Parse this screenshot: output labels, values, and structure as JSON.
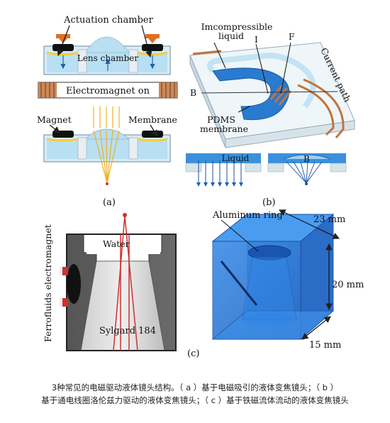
{
  "panel_a": {
    "actuation_chamber": "Actuation chamber",
    "lens_chamber": "Lens chamber",
    "electromagnet_on": "Electromagnet on",
    "magnet": "Magnet",
    "membrane": "Membrane",
    "tag": "(a)"
  },
  "panel_b": {
    "incompressible_liquid": "Imcompressible liquid",
    "label_I": "I",
    "label_F": "F",
    "current_path": "Current path",
    "label_B": "B",
    "pdms_membrane": "PDMS membrane",
    "liquid": "Liquid",
    "label_B_small": "B",
    "tag": "(b)"
  },
  "panel_c": {
    "ferrofluids_electromagnet": "Ferrofluids electromagnet",
    "water": "Water",
    "sylgard": "Sylgard 184",
    "aluminum_ring": "Aluminum ring",
    "dim_23": "23 mm",
    "dim_20": "20 mm",
    "dim_15": "15 mm",
    "tag": "(c)"
  },
  "caption": {
    "line1": "3种常见的电磁驱动液体镜头结构。（ a ）基于电磁吸引的液体变焦镜头；（ b ）",
    "line2": "基于通电线圈洛伦兹力驱动的液体变焦镜头；（ c ）基于铁磁流体流动的液体变焦镜头"
  },
  "colors": {
    "liquid_blue": "#b9dff2",
    "water_blue": "#1e6fd0",
    "magnet_black": "#111111",
    "membrane_yellow": "#f3cf3a",
    "coil_copper": "#c2743c",
    "laser_red": "#d03030",
    "arrow_orange": "#e07020",
    "ray_yellow": "#f0b020"
  }
}
